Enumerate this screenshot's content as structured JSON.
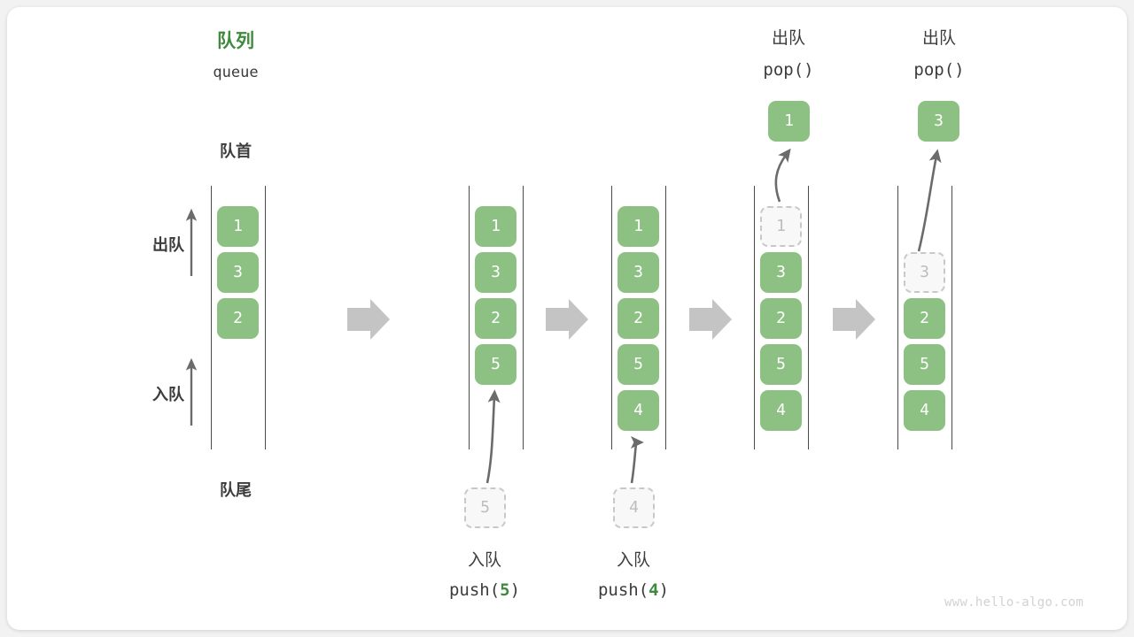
{
  "diagram": {
    "title_cn": "队列",
    "title_code": "queue",
    "front_label": "队首",
    "rear_label": "队尾",
    "dequeue_side_label": "出队",
    "enqueue_side_label": "入队",
    "watermark": "www.hello-algo.com",
    "accent_green": "#3f8a3d",
    "cell_green": "#8dc183",
    "ghost_gray": "#bdbdbd",
    "text_gray": "#3c3c3c",
    "arrow_gray": "#c4c4c4"
  },
  "panels": [
    {
      "id": "initial",
      "cells": [
        {
          "value": "1",
          "state": "filled"
        },
        {
          "value": "3",
          "state": "filled"
        },
        {
          "value": "2",
          "state": "filled"
        }
      ],
      "caption_cn": "",
      "caption_code": "",
      "caption_arg": "",
      "incoming": null,
      "outgoing": null
    },
    {
      "id": "push-5",
      "cells": [
        {
          "value": "1",
          "state": "filled"
        },
        {
          "value": "3",
          "state": "filled"
        },
        {
          "value": "2",
          "state": "filled"
        },
        {
          "value": "5",
          "state": "filled"
        }
      ],
      "caption_cn": "入队",
      "caption_code_prefix": "push(",
      "caption_arg": "5",
      "caption_code_suffix": ")",
      "incoming": {
        "value": "5",
        "state": "ghost"
      },
      "outgoing": null
    },
    {
      "id": "push-4",
      "cells": [
        {
          "value": "1",
          "state": "filled"
        },
        {
          "value": "3",
          "state": "filled"
        },
        {
          "value": "2",
          "state": "filled"
        },
        {
          "value": "5",
          "state": "filled"
        },
        {
          "value": "4",
          "state": "filled"
        }
      ],
      "caption_cn": "入队",
      "caption_code_prefix": "push(",
      "caption_arg": "4",
      "caption_code_suffix": ")",
      "incoming": {
        "value": "4",
        "state": "ghost"
      },
      "outgoing": null
    },
    {
      "id": "pop-1",
      "cells": [
        {
          "value": "1",
          "state": "ghost"
        },
        {
          "value": "3",
          "state": "filled"
        },
        {
          "value": "2",
          "state": "filled"
        },
        {
          "value": "5",
          "state": "filled"
        },
        {
          "value": "4",
          "state": "filled"
        }
      ],
      "caption_cn": "",
      "caption_code": "",
      "caption_arg": "",
      "incoming": null,
      "outgoing": {
        "value": "1",
        "state": "filled",
        "header_cn": "出队",
        "header_code": "pop()"
      }
    },
    {
      "id": "pop-3",
      "cells": [
        {
          "value": "",
          "state": "empty"
        },
        {
          "value": "3",
          "state": "ghost"
        },
        {
          "value": "2",
          "state": "filled"
        },
        {
          "value": "5",
          "state": "filled"
        },
        {
          "value": "4",
          "state": "filled"
        }
      ],
      "caption_cn": "",
      "caption_code": "",
      "caption_arg": "",
      "incoming": null,
      "outgoing": {
        "value": "3",
        "state": "filled",
        "header_cn": "出队",
        "header_code": "pop()"
      }
    }
  ]
}
